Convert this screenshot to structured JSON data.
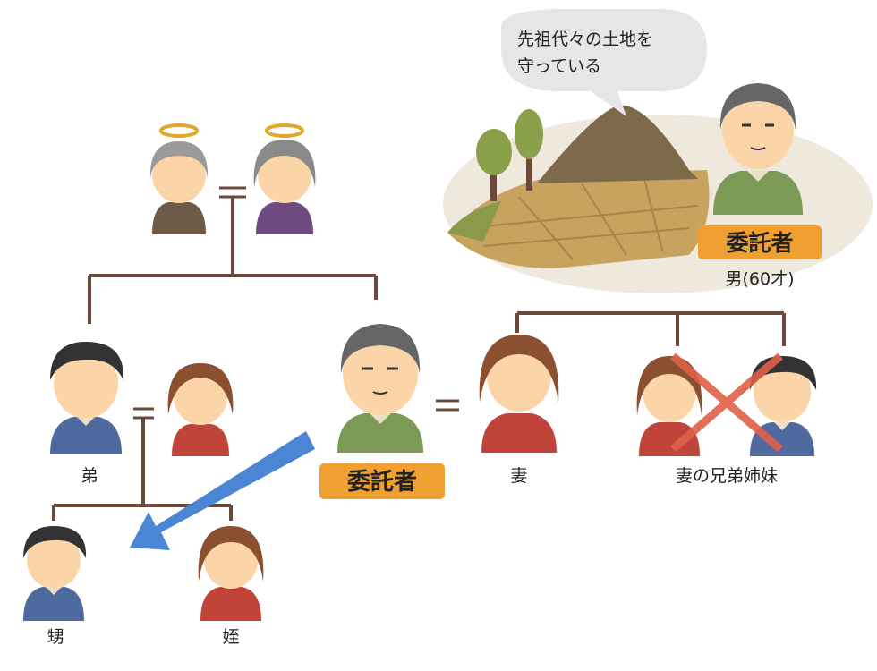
{
  "speech_bubble": {
    "line1": "先祖代々の土地を",
    "line2": "守っている"
  },
  "trustor_badge_label": "委託者",
  "trustor_caption": "男(60才)",
  "labels": {
    "younger_brother": "弟",
    "wife": "妻",
    "wife_siblings": "妻の兄弟姉妹",
    "nephew": "甥",
    "niece": "姪"
  },
  "colors": {
    "badge": "#f0a030",
    "tree_line": "#6b4a3a",
    "arrow": "#4a86d4",
    "cross": "#e0604a",
    "halo": "#e0a82a",
    "shirt_green": "#7a9a55",
    "shirt_blue": "#4e6a9e",
    "shirt_red": "#c0443a",
    "shirt_purple": "#6e4a80",
    "shirt_brown": "#6e5a48",
    "skin": "#fbd5a8",
    "scene_bg": "#f0ebe0"
  }
}
